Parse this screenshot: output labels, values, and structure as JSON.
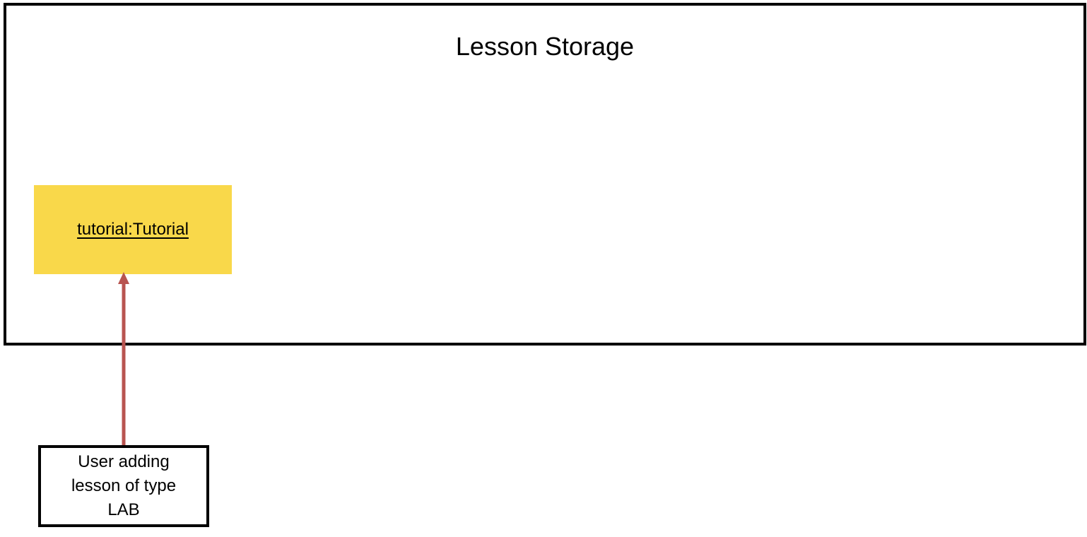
{
  "diagram": {
    "storage": {
      "title": "Lesson Storage",
      "border_color": "#000000"
    },
    "object": {
      "label": "tutorial:Tutorial",
      "fill_color": "#F9D84A"
    },
    "note": {
      "lines": [
        "User adding",
        "lesson of type",
        "LAB"
      ]
    },
    "arrow": {
      "color": "#B85450",
      "direction": "up"
    }
  }
}
